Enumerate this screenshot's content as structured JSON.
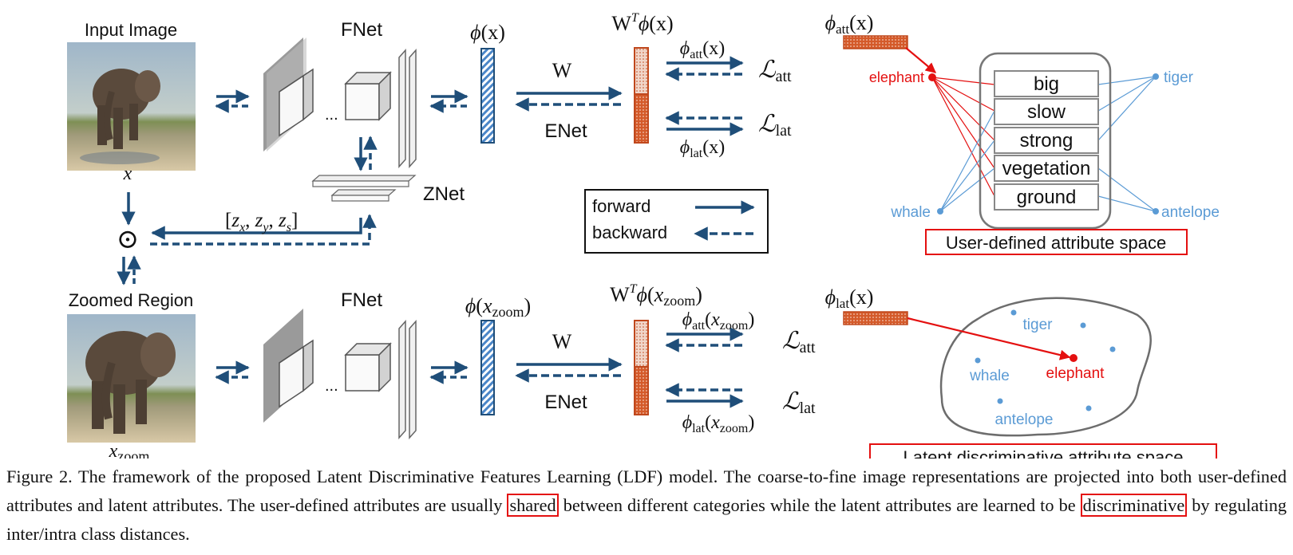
{
  "labels": {
    "input_image": "Input Image",
    "zoomed_region": "Zoomed Region",
    "x": "x",
    "x_zoom_base": "x",
    "zoom_sub": "zoom",
    "fnet": "FNet",
    "znet": "ZNet",
    "enet": "ENet",
    "ellipsis": "...",
    "W": "W",
    "odot": "⊙",
    "phi": "ϕ",
    "att": "att",
    "lat": "lat",
    "T": "T",
    "L": "ℒ",
    "phi_x": "(x)",
    "z_vec": "[z",
    "zx_sub": "x",
    "zy_sub": "y",
    "zs_sub": "s"
  },
  "legend": {
    "forward": "forward",
    "backward": "backward"
  },
  "attribute_space": {
    "phi_label_sub": "att",
    "title": "User-defined attribute space",
    "attributes": [
      "big",
      "slow",
      "strong",
      "vegetation",
      "ground"
    ],
    "classes": {
      "elephant": "elephant",
      "tiger": "tiger",
      "whale": "whale",
      "antelope": "antelope"
    }
  },
  "latent_space": {
    "phi_label_sub": "lat",
    "title": "Latent discriminative attribute space",
    "classes": {
      "tiger": "tiger",
      "whale": "whale",
      "elephant": "elephant",
      "antelope": "antelope"
    }
  },
  "caption": {
    "part1": "Figure 2. The framework of the proposed Latent Discriminative Features Learning (LDF) model. The coarse-to-fine image representations are projected into both user-defined attributes and latent attributes. The user-defined attributes are usually ",
    "shared": "shared",
    "part2": " between different categories while the latent attributes are learned to be ",
    "discriminative": "discriminative",
    "part3": " by regulating inter/intra class distances."
  },
  "colors": {
    "arrow": "#1f4e79",
    "feature_red": "#c0481d",
    "attr_red": "#e41010",
    "attr_blue": "#5b9bd5"
  }
}
